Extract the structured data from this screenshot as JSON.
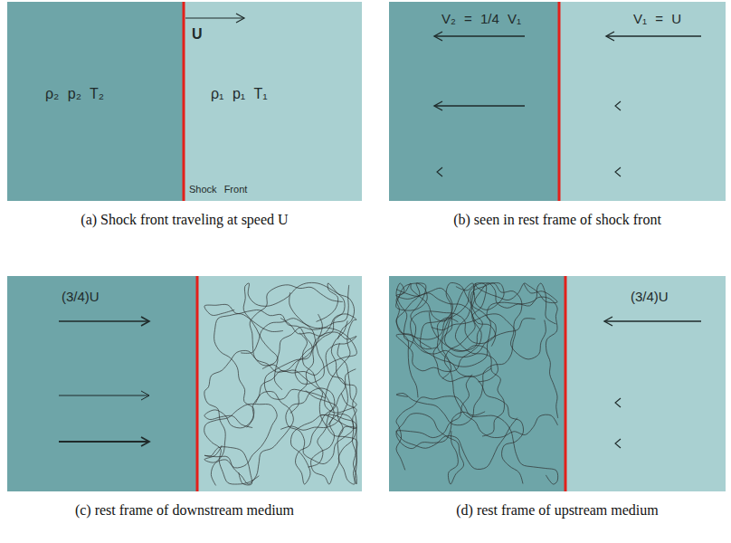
{
  "diagram": {
    "nodes": [
      {
        "text": [
          "(a) Shock front traveling at speed U"
        ]
      },
      {
        "text": [
          "ρ₂ p₂ T₂"
        ],
        "in": 0
      },
      {
        "text": [
          "U",
          "ρ₁ p₁ T₁",
          "Shock Front"
        ],
        "in": 0
      },
      {
        "text": [
          "(b) seen in rest frame of shock front"
        ]
      },
      {
        "text": [
          "V₂ = 1/4 V₁"
        ],
        "in": 3
      },
      {
        "text": [
          "V₁ = U"
        ],
        "in": 3
      },
      {
        "text": [
          "(c) rest frame of downstream medium"
        ]
      },
      {
        "text": [
          "(3/4)U"
        ],
        "in": 6
      },
      {
        "text": [
          "(d) rest frame of upstream medium"
        ]
      },
      {
        "text": [
          "(3/4)U"
        ],
        "in": 8
      }
    ]
  }
}
